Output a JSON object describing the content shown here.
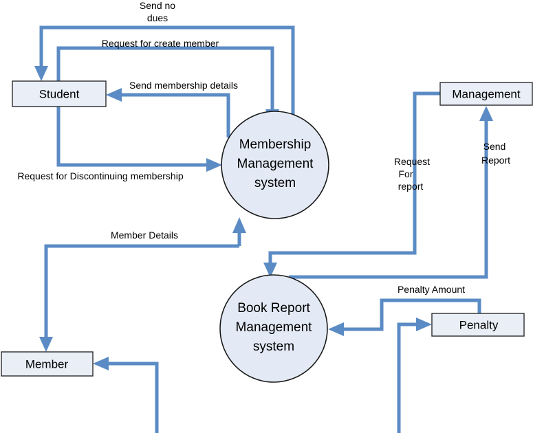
{
  "diagram": {
    "type": "data-flow-diagram",
    "title": "Library Membership Data Flow Diagram",
    "colors": {
      "flow_arrow": "#5b8bc5",
      "entity_fill": "#e9eef7",
      "entity_stroke": "#2b2b2b",
      "process_fill": "#e4eaf5",
      "process_stroke": "#1a1a1a",
      "background": "#ffffff"
    },
    "entities": [
      {
        "id": "student",
        "label": "Student"
      },
      {
        "id": "management",
        "label": "Management"
      },
      {
        "id": "member",
        "label": "Member"
      },
      {
        "id": "penalty",
        "label": "Penalty"
      }
    ],
    "processes": [
      {
        "id": "membership-management-system",
        "lines": [
          "Membership",
          "Management",
          "system"
        ]
      },
      {
        "id": "book-report-management-system",
        "lines": [
          "Book Report",
          "Management",
          "system"
        ]
      }
    ],
    "flows": [
      {
        "id": "send-no-dues",
        "label_lines": [
          "Send no",
          "dues"
        ],
        "from": "membership-management-system",
        "to": "student"
      },
      {
        "id": "request-for-create-member",
        "label_lines": [
          "Request for create member"
        ],
        "from": "student",
        "to": "membership-management-system"
      },
      {
        "id": "send-membership-details",
        "label_lines": [
          "Send membership details"
        ],
        "from": "membership-management-system",
        "to": "student"
      },
      {
        "id": "request-for-discontinuing-membership",
        "label_lines": [
          "Request for Discontinuing membership"
        ],
        "from": "student",
        "to": "membership-management-system"
      },
      {
        "id": "member-details",
        "label_lines": [
          "Member Details"
        ],
        "from": "membership-management-system",
        "to": "member"
      },
      {
        "id": "request-for-report",
        "label_lines": [
          "Request",
          "For",
          "report"
        ],
        "from": "management",
        "to": "book-report-management-system"
      },
      {
        "id": "send-report",
        "label_lines": [
          "Send",
          "Report"
        ],
        "from": "book-report-management-system",
        "to": "management"
      },
      {
        "id": "penalty-amount",
        "label_lines": [
          "Penalty Amount"
        ],
        "from": "penalty",
        "to": "book-report-management-system"
      }
    ]
  }
}
